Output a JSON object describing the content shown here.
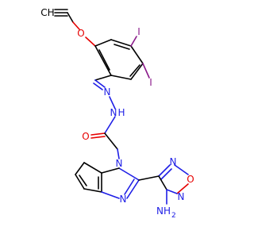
{
  "colors": {
    "carbon": "#000000",
    "oxygen": "#e60000",
    "nitrogen": "#1e1ee6",
    "iodine": "#8a1a8a",
    "background": "#ffffff"
  },
  "atoms": {
    "alkyne_ch": "CH",
    "ether_o": "O",
    "iodo_top": "I",
    "iodo_right": "I",
    "imine_n": "N",
    "hydrazide_n": "N",
    "hydrazide_h": "H",
    "carbonyl_o": "O",
    "benzimidazole_n1": "N",
    "benzimidazole_n3": "N",
    "furazan_n_top": "N",
    "furazan_o": "O",
    "furazan_n_bottom": "N",
    "amine_n": "NH",
    "amine_sub": "2"
  }
}
